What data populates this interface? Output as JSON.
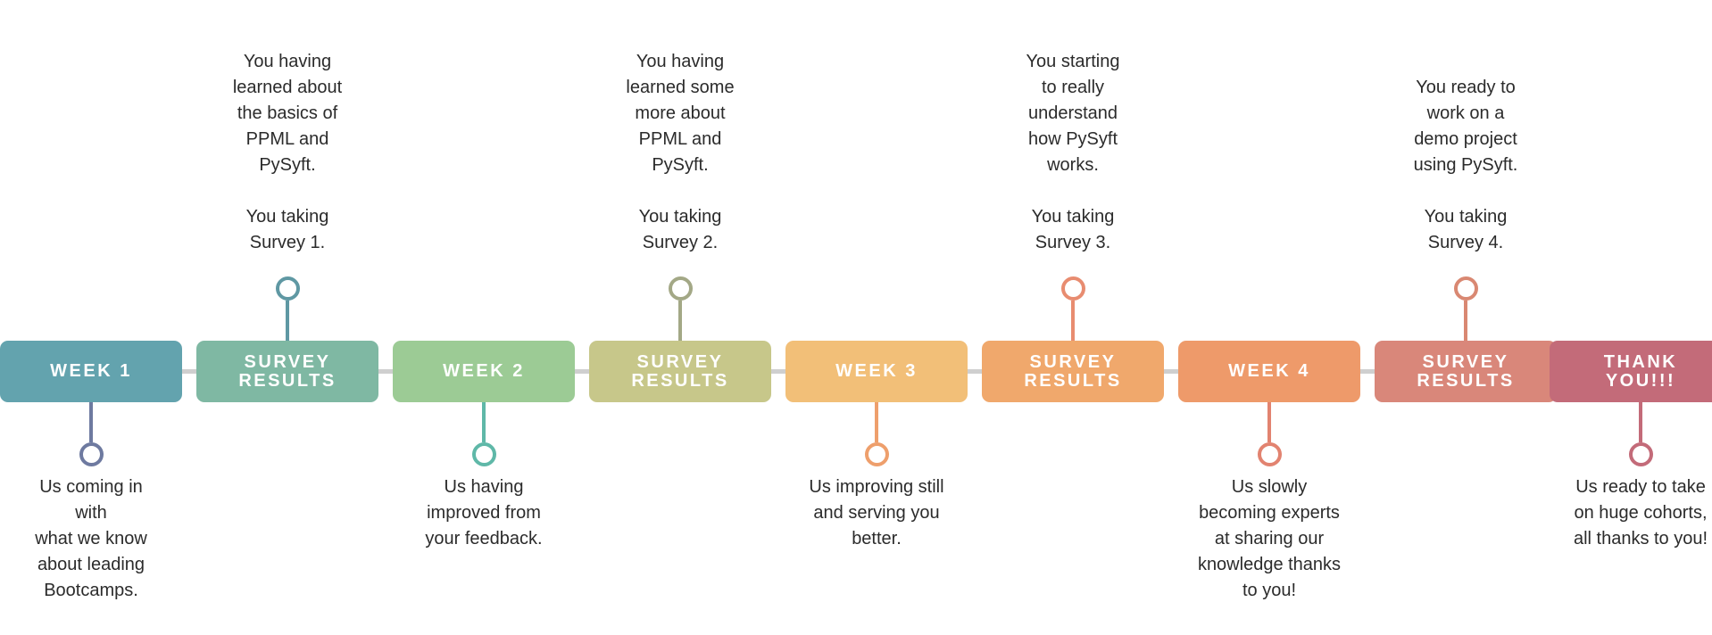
{
  "colors": {
    "track": "#cfcfcf",
    "text": "#2b2b2b"
  },
  "steps": [
    {
      "label": "WEEK 1",
      "color": "#63a3ae",
      "marker_color": "#6e7aa0",
      "side": "below",
      "text": "Us coming in\nwith\n what we know\nabout leading\nBootcamps."
    },
    {
      "label": "SURVEY\nRESULTS",
      "color": "#7fb8a3",
      "marker_color": "#5f98a3",
      "side": "above",
      "text": "You having\nlearned about\nthe basics of\nPPML and\nPySyft.\n\nYou taking\nSurvey 1."
    },
    {
      "label": "WEEK 2",
      "color": "#9ccb95",
      "marker_color": "#5fb8a8",
      "side": "below",
      "text": "Us having\nimproved from\nyour feedback."
    },
    {
      "label": "SURVEY\nRESULTS",
      "color": "#c7c78a",
      "marker_color": "#a3a886",
      "side": "above",
      "text": "You having\nlearned some\nmore about\nPPML and\nPySyft.\n\nYou taking\nSurvey 2."
    },
    {
      "label": "WEEK 3",
      "color": "#f2bf78",
      "marker_color": "#ee9f6c",
      "side": "below",
      "text": "Us improving still\nand serving you\nbetter."
    },
    {
      "label": "SURVEY\nRESULTS",
      "color": "#f0a86c",
      "marker_color": "#e88c70",
      "side": "above",
      "text": "You starting\nto really\nunderstand\nhow PySyft\nworks.\n\nYou taking\nSurvey 3."
    },
    {
      "label": "WEEK 4",
      "color": "#ee9a6a",
      "marker_color": "#e28370",
      "side": "below",
      "text": "Us slowly\nbecoming experts\nat sharing our\nknowledge thanks\nto you!"
    },
    {
      "label": "SURVEY\nRESULTS",
      "color": "#d9877a",
      "marker_color": "#d98872",
      "side": "above",
      "text": "You ready to\nwork on a\ndemo project\nusing PySyft.\n\nYou taking\nSurvey 4."
    },
    {
      "label": "THANK\nYOU!!!",
      "color": "#c36b79",
      "marker_color": "#c36b79",
      "side": "below",
      "text": "Us ready to take\non huge cohorts,\nall thanks to you!"
    }
  ]
}
